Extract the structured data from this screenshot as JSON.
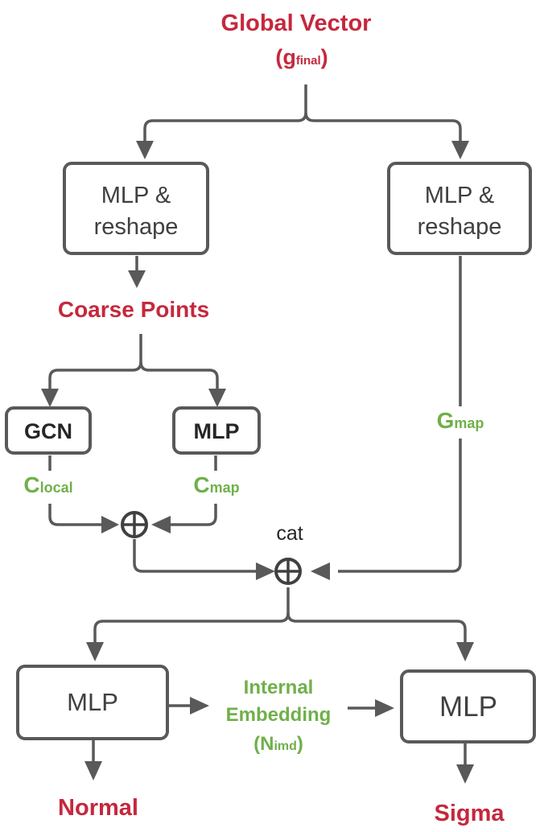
{
  "colors": {
    "label_red": "#c5283d",
    "label_green": "#70b04a",
    "line_gray": "#595959",
    "box_text": "#404040"
  },
  "nodes": {
    "global_vector": {
      "title": "Global Vector",
      "sym_open": "(g",
      "sym_sub": "final",
      "sym_close": ")"
    },
    "mlp_reshape_left": {
      "line1": "MLP &",
      "line2": "reshape"
    },
    "mlp_reshape_right": {
      "line1": "MLP &",
      "line2": "reshape"
    },
    "coarse_points": {
      "label": "Coarse Points"
    },
    "gcn": {
      "label": "GCN"
    },
    "mlp_small": {
      "label": "MLP"
    },
    "c_local": {
      "main": "C",
      "sub": "local"
    },
    "c_map": {
      "main": "C",
      "sub": "map"
    },
    "g_map": {
      "main": "G",
      "sub": "map"
    },
    "cat": {
      "label": "cat"
    },
    "mlp_bottom_left": {
      "label": "MLP"
    },
    "mlp_bottom_right": {
      "label": "MLP"
    },
    "internal_embedding": {
      "line1": "Internal",
      "line2": "Embedding",
      "sym_open": "(N",
      "sym_sub": "imd",
      "sym_close": ")"
    },
    "normal": {
      "label": "Normal"
    },
    "sigma": {
      "label": "Sigma"
    }
  },
  "icons": {
    "combine": "circled-plus-icon"
  }
}
